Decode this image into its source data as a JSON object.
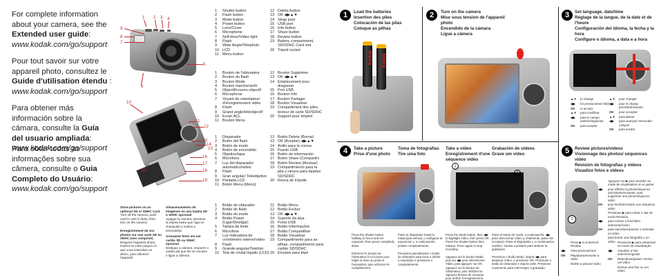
{
  "intro": [
    {
      "lead": "For complete information about your camera, see the ",
      "strong": "Extended user guide",
      "tail": ":",
      "url": "www.kodak.com/go/support"
    },
    {
      "lead": "Pour tout savoir sur votre appareil photo, consultez le ",
      "strong": "Guide d'utilisation étendu",
      "tail": " :",
      "url": "www.kodak.com/go/support"
    },
    {
      "lead": "Para obtener más información sobre la cámara, consulte la ",
      "strong": "Guía del usuario ampliada",
      "tail": ":",
      "url": "www.kodak.com/go/support"
    },
    {
      "lead": "Para obter todas as informações sobre sua câmera, consulte o ",
      "strong": "Guia Completo do Usuário",
      "tail": ":",
      "url": "www.kodak.com/go/support"
    }
  ],
  "callouts_front": [
    "1",
    "2",
    "3",
    "4",
    "5",
    "6",
    "7",
    "8",
    "9",
    "10"
  ],
  "callouts_back": [
    "10",
    "11",
    "12",
    "13",
    "14",
    "15",
    "16",
    "17",
    "18",
    "19",
    "20"
  ],
  "parts": {
    "en_left": [
      [
        "1",
        "Shutter button"
      ],
      [
        "2",
        "Flash button"
      ],
      [
        "3",
        "Mode button"
      ],
      [
        "4",
        "Power button"
      ],
      [
        "5",
        "Lens/Cover"
      ],
      [
        "6",
        "Microphone"
      ],
      [
        "7",
        "Self-timer/Video light"
      ],
      [
        "8",
        "Flash"
      ],
      [
        "9",
        "Wide Angle/Telephoto"
      ],
      [
        "10",
        "LCD"
      ],
      [
        "11",
        "Menu button"
      ]
    ],
    "en_right": [
      [
        "12",
        "Delete button"
      ],
      [
        "13",
        "OK ◀▶▲▼"
      ],
      [
        "14",
        "Strap post"
      ],
      [
        "15",
        "USB port"
      ],
      [
        "16",
        "Info button"
      ],
      [
        "17",
        "Share button"
      ],
      [
        "18",
        "Review button"
      ],
      [
        "19",
        "Battery compartment, SD/SDHC Card slot"
      ],
      [
        "20",
        "Tripod socket"
      ]
    ],
    "fr_left": [
      [
        "1",
        "Bouton de l'obturateur"
      ],
      [
        "2",
        "Bouton du flash"
      ],
      [
        "3",
        "Bouton Mode"
      ],
      [
        "4",
        "Bouton marche/arrêt"
      ],
      [
        "5",
        "Objectif/couvre-objectif"
      ],
      [
        "6",
        "Microphone"
      ],
      [
        "7",
        "Voyant du retardateur/ d'enregistrement vidéo"
      ],
      [
        "8",
        "Flash"
      ],
      [
        "9",
        "Grand angle/téléobjectif"
      ],
      [
        "10",
        "Ecran ACL"
      ],
      [
        "11",
        "Bouton Menu"
      ]
    ],
    "fr_right": [
      [
        "12",
        "Bouton Supprimer"
      ],
      [
        "13",
        "OK ◀▶▲▼"
      ],
      [
        "14",
        "Emplacement pour dragonne"
      ],
      [
        "15",
        "Port USB"
      ],
      [
        "16",
        "Bouton Info"
      ],
      [
        "17",
        "Bouton Partager"
      ],
      [
        "18",
        "Bouton Visualiser"
      ],
      [
        "19",
        "Compartiment des piles, lecteur de carte SD/SDHC"
      ],
      [
        "20",
        "Support pour trépied"
      ]
    ],
    "es_left": [
      [
        "1",
        "Disparador"
      ],
      [
        "2",
        "Botón del flash"
      ],
      [
        "3",
        "Botón de modo"
      ],
      [
        "4",
        "Botón de encendido"
      ],
      [
        "5",
        "Objetivo/tapa"
      ],
      [
        "6",
        "Micrófono"
      ],
      [
        "7",
        "Luz del disparador automático/video"
      ],
      [
        "8",
        "Flash"
      ],
      [
        "9",
        "Gran angular/ Teleobjetivo"
      ],
      [
        "10",
        "Pantalla LCD"
      ],
      [
        "11",
        "Botón Menu (Menú)"
      ]
    ],
    "es_right": [
      [
        "12",
        "Botón Delete (Borrar)"
      ],
      [
        "13",
        "OK (Aceptar) ◀▶▲▼"
      ],
      [
        "14",
        "Anillo para la correa"
      ],
      [
        "15",
        "Puerto USB"
      ],
      [
        "16",
        "Botón de información"
      ],
      [
        "17",
        "Botón Share (Compartir)"
      ],
      [
        "18",
        "Botón Review (Revisar)"
      ],
      [
        "19",
        "Compartimiento para la pila y ranura para tarjetas SD/SDHC"
      ],
      [
        "20",
        "Rosca de trípode"
      ]
    ],
    "pt_left": [
      [
        "1",
        "Botão do obturador"
      ],
      [
        "2",
        "Botão do flash"
      ],
      [
        "3",
        "Botão do modo"
      ],
      [
        "4",
        "Botão Power (Ligar/Desligar)"
      ],
      [
        "5",
        "Tampa da lente"
      ],
      [
        "6",
        "Microfone"
      ],
      [
        "7",
        "Luz indicadora do cronômetro interno/vídeo"
      ],
      [
        "8",
        "Flash"
      ],
      [
        "9",
        "Grande-angular/Telefoto"
      ],
      [
        "10",
        "Tela de cristal líquido (LCD)"
      ]
    ],
    "pt_right": [
      [
        "11",
        "Botão Menu"
      ],
      [
        "12",
        "Botão Excluir"
      ],
      [
        "13",
        "OK ◀▶▲▼"
      ],
      [
        "14",
        "Suporte da alça"
      ],
      [
        "15",
        "Porta USB"
      ],
      [
        "16",
        "Botão Informações"
      ],
      [
        "17",
        "Botão Compartilhar"
      ],
      [
        "18",
        "Botão Visualizar"
      ],
      [
        "19",
        "Compartimento para as pilhas, compartimento para cartão SD/SDHC"
      ],
      [
        "20",
        "Encaixe para tripé"
      ]
    ]
  },
  "memory_card": {
    "en_title": "Store pictures on an optional SD or SDHC Card",
    "en_body": "Turn off the camera, push card in until it clicks, then turn on the camera.",
    "es_title": "Almacenamiento de imágenes en una tarjeta SD o SDHC opcional",
    "es_body": "Apague la cámara, presione la tarjeta hasta que oiga un chasquido y vuelva a encenderla.",
    "fr_title": "Enregistrement de vos photos sur une carte SD ou SDHC (non comprise)",
    "fr_body": "Éteignez l'appareil photo, insérez la carte jusqu'à ce que vous entendiez un déclic, puis rallumez l'appareil.",
    "pt_title": "Armazene fotos em um cartão SD ou SDHC opcional",
    "pt_body": "Desligue a câmera, empurre o cartão até que ele se encaixe e ligue a câmera."
  },
  "steps": {
    "s1": {
      "num": "1",
      "lines": [
        "Load the batteries",
        "Insertion des piles",
        "Colocación de las pilas",
        "Coloque as pilhas"
      ]
    },
    "s2": {
      "num": "2",
      "lines": [
        "Turn on the camera",
        "Mise sous tension de l'appareil photo",
        "Encendido de la cámara",
        "Ligue a câmera"
      ]
    },
    "s3": {
      "num": "3",
      "lines": [
        "Set language, date/time",
        "Réglage de la langue, de la date et de l'heure",
        "Configuración del idioma, la fecha y la hora",
        "Configure o idioma, a data e a hora"
      ]
    },
    "s4": {
      "num": "4",
      "cols": [
        [
          "Take a picture",
          "Prise d'une photo"
        ],
        [
          "Toma de fotografías",
          "Tire uma foto"
        ],
        [
          "Take a video",
          "Enregistrement d'une séquence vidéo"
        ],
        [
          "Grabación de vídeos",
          "Grave um vídeo"
        ]
      ]
    },
    "s5": {
      "num": "5",
      "lines": [
        "Review pictures/videos",
        "Visionnage des photos/ séquences vidéo",
        "Revisión de fotografías y vídeos",
        "Visualize fotos e vídeos"
      ]
    }
  },
  "battery_brand": "Kodak",
  "set_legend_left": [
    {
      "k": "▲▼",
      "t": "to change"
    },
    {
      "k": "◀▶",
      "t": "for previous/next field"
    },
    {
      "k": "OK",
      "t": "to accept"
    },
    {
      "k": "▲▼",
      "t": "para modificar"
    },
    {
      "k": "◀▶",
      "t": "para el campo anterior/siguiente"
    },
    {
      "k": "OK",
      "t": "para aceptar"
    }
  ],
  "set_legend_right": [
    {
      "k": "▲▼",
      "t": "pour changer"
    },
    {
      "k": "◀▶",
      "t": "pour le champ précédent/suivant"
    },
    {
      "k": "OK",
      "t": "pour accepter"
    },
    {
      "k": "▲▼",
      "t": "para alterar"
    },
    {
      "k": "◀▶",
      "t": "para avançar/ retroceder campos"
    },
    {
      "k": "OK",
      "t": "para aceitar"
    }
  ],
  "take_picture_texts": [
    "Press the Shutter button halfway to focus and set exposure, then press completely down.",
    "Enfoncez le bouton de l'obturateur à mi-course pour régler la mise au point et l'exposition, puis enfoncez-le complètement.",
    "Pulse el disparador hasta la mitad para enfocar y configurar la exposición y, a continuación, púlselo completamente.",
    "Pressione parcialmente o botão do obturador para focar e definir a exposição e pressione-o completamente."
  ],
  "take_video_texts": [
    "Press the Mode button, then ◀▶ to highlight Video, then press OK. Press the Shutter button then release. Press again to stop recording.",
    "Appuyez sur le bouton Mode, puis sur ◀▶ pour sélectionner Vidéo, puis appuyez sur OK. Appuyez sur le bouton de l'obturateur, puis relâchez-le. Appuyez dessus de nouveau pour arrêter l'enregistrement.",
    "Pulse el botón de modo, a continuación, ◀▶ para seleccionar Vídeo y, finalmente, pulse OK (Aceptar). Pulse el disparador y, a continuación, suéltelo. Vuelva a pulsarlo para detener la grabación.",
    "Pressione o botão Modo, depois ◀▶ para destacar Vídeo, e pressione OK. Pressione o botão do obturador e depois solte. Pressione novamente para interromper a gravação."
  ],
  "review_items": [
    {
      "k": "",
      "t": "Appuyez sur ▶ pour accéder au mode de visualisation et en quitter."
    },
    {
      "k": "◀▶",
      "t": "pour afficher la photo/séquence précédente/suivante; pour supprimer une photo/séquence vidéo"
    },
    {
      "k": "OK",
      "t": "pour lire/interrompre une séquence vidéo"
    },
    {
      "k": "",
      "t": "Pressione ▶ para entrar e sair do modo Revisión."
    },
    {
      "k": "◀▶",
      "t": "para revisar a foto/video anterior/próximo"
    },
    {
      "k": "OK",
      "t": "para reproducir/pausar o reanudar un video"
    },
    {
      "k": "",
      "t": "para borrar una fotografía o un vídeo"
    }
  ],
  "review_bottom_left": [
    {
      "k": "",
      "t": "Press ▶ to enter/exit Review."
    },
    {
      "k": "◀▶",
      "t": "View previous/next"
    },
    {
      "k": "OK",
      "t": "Play/pause/resume a video"
    },
    {
      "k": "",
      "t": "Delete a picture/ video"
    }
  ],
  "review_bottom_right": [
    {
      "k": "",
      "t": "Pressione ▶ para entrar/sair do modo de visualização."
    },
    {
      "k": "◀▶",
      "t": "Visualize a foto anterior/seguinte"
    },
    {
      "k": "OK",
      "t": "Reproduza/pause/ retome um vídeo"
    },
    {
      "k": "",
      "t": "Exclua uma foto ou um vídeo"
    }
  ],
  "colors": {
    "callout": "#c0282f",
    "accent_red": "#e2231a",
    "black": "#000000"
  }
}
